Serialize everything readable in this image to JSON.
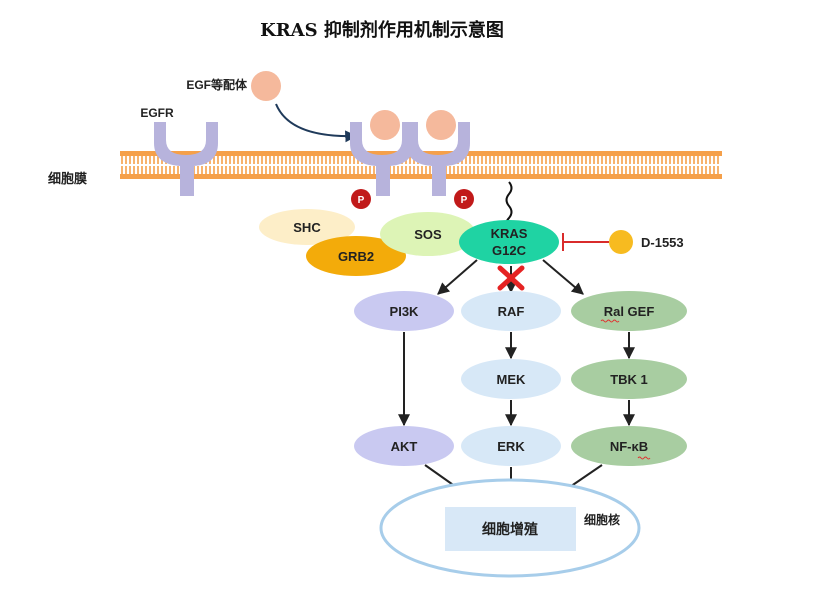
{
  "title": "KRAS 抑制剂作用机制示意图",
  "labels": {
    "egf_ligand": "EGF等配体",
    "egfr": "EGFR",
    "membrane": "细胞膜",
    "nucleus": "细胞核",
    "phospho_1": "P",
    "phospho_2": "P"
  },
  "nodes": {
    "shc": "SHC",
    "grb2": "GRB2",
    "sos": "SOS",
    "kras_line1": "KRAS",
    "kras_line2": "G12C",
    "inhibitor": "D-1553",
    "pi3k": "PI3K",
    "raf": "RAF",
    "ral_gef": "Ral GEF",
    "mek": "MEK",
    "tbk1": "TBK 1",
    "akt": "AKT",
    "erk": "ERK",
    "nfkb": "NF-κB",
    "proliferation": "细胞增殖"
  },
  "colors": {
    "membrane": "#f5a04a",
    "receptor": "#b7b3dc",
    "ligand": "#f5b99c",
    "phospho": "#c11a1a",
    "shc": "#fdeec8",
    "grb2": "#f3ab0a",
    "sos": "#ddf4b6",
    "kras": "#1fd3a3",
    "inhibitor": "#f7bb20",
    "inhibition_line": "#d92b2b",
    "block_x": "#e52323",
    "pi3k_branch": "#c9c9f1",
    "raf_branch": "#d7e8f7",
    "ralgef_branch": "#a8cda1",
    "nucleus_border": "#a7cdea",
    "proliferation_box": "#d8e8f7"
  }
}
